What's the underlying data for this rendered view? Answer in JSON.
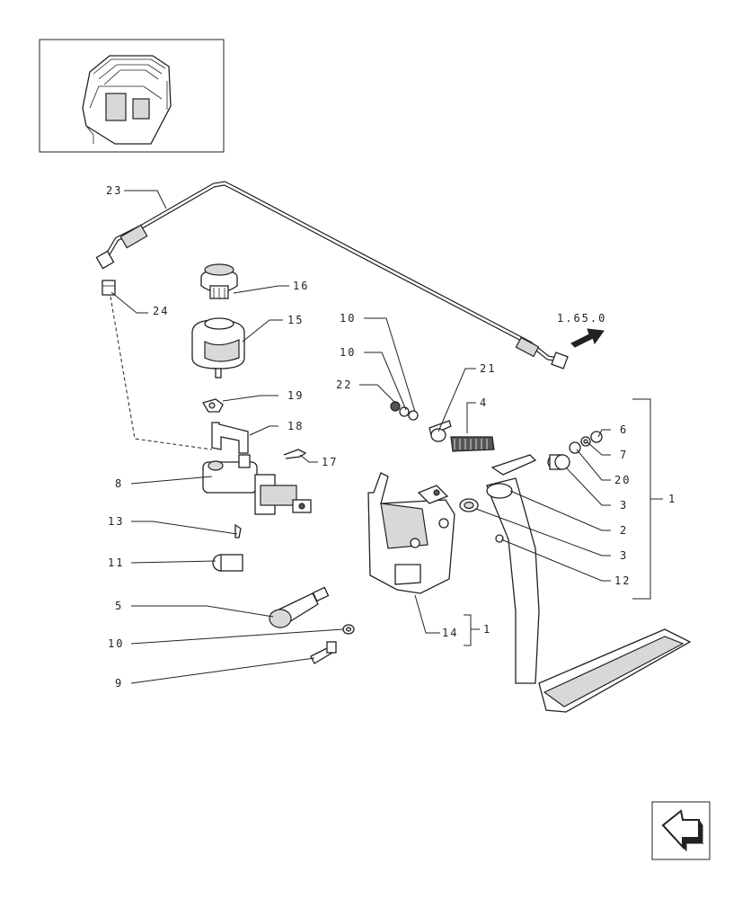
{
  "labels": {
    "l23": "23",
    "l24": "24",
    "l16": "16",
    "l15": "15",
    "l10a": "10",
    "l10b": "10",
    "l22": "22",
    "l21": "21",
    "l4": "4",
    "l19": "19",
    "l18": "18",
    "l17": "17",
    "l8": "8",
    "l13": "13",
    "l11": "11",
    "l5": "5",
    "l10c": "10",
    "l9": "9",
    "l6": "6",
    "l7": "7",
    "l20": "20",
    "l3a": "3",
    "l2": "2",
    "l3b": "3",
    "l12": "12",
    "l14": "14",
    "l1a": "1",
    "l1b": "1",
    "ref": "1.65.0"
  }
}
